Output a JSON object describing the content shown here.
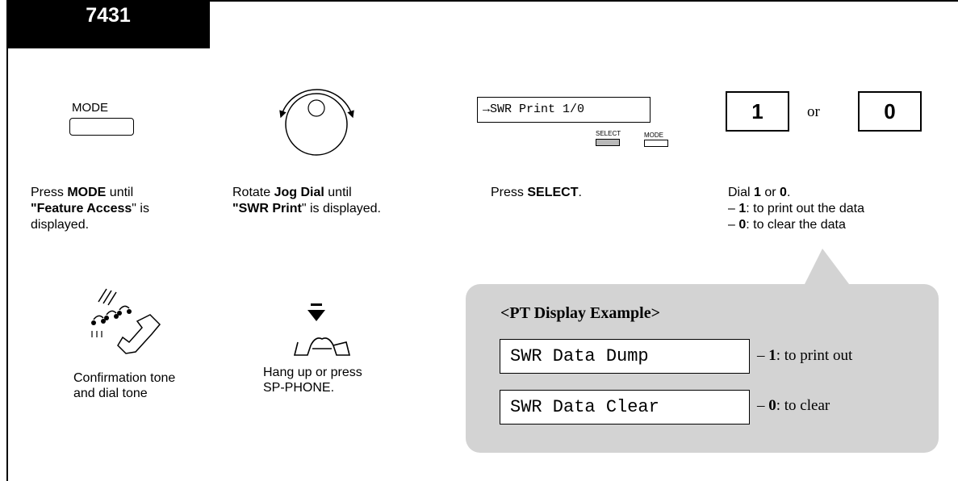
{
  "header": {
    "code": "7431"
  },
  "steps": [
    {
      "button_label": "MODE",
      "desc": {
        "pre": "Press ",
        "b1": "MODE",
        "mid": " until",
        "b2": "\"Feature Access",
        "post": "\" is",
        "line3": "displayed."
      }
    },
    {
      "desc": {
        "pre": "Rotate ",
        "b1": "Jog Dial",
        "mid": " until",
        "b2": "\"SWR Print",
        "post": "\" is displayed."
      }
    },
    {
      "display_text": "→SWR Print 1/0",
      "select_label": "SELECT",
      "mode_label": "MODE",
      "desc": {
        "pre": "Press ",
        "b1": "SELECT",
        "post": "."
      }
    },
    {
      "key1": "1",
      "or": "or",
      "key0": "0",
      "desc": {
        "pre": "Dial ",
        "b1": "1",
        "mid": " or ",
        "b2": "0",
        "post": ".",
        "opt1_dash": "– ",
        "opt1_b": "1",
        "opt1_text": ": to print out the data",
        "opt2_dash": "– ",
        "opt2_b": "0",
        "opt2_text": ": to clear the data"
      }
    }
  ],
  "bottom": {
    "confirm_caption_1": "Confirmation tone",
    "confirm_caption_2": "and dial tone",
    "hangup_caption_1": "Hang up or press",
    "hangup_caption_2": "SP-PHONE."
  },
  "example": {
    "title": "<PT Display Example>",
    "rows": [
      {
        "display": "SWR Data Dump",
        "dash": "– ",
        "key": "1",
        "text": ": to print out"
      },
      {
        "display": "SWR Data Clear",
        "dash": "– ",
        "key": "0",
        "text": ": to clear"
      }
    ]
  }
}
